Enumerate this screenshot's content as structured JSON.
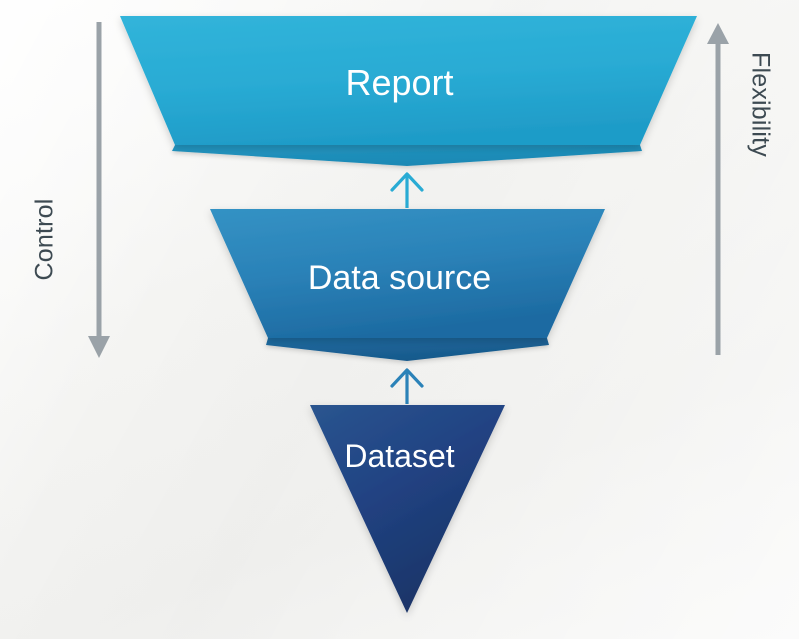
{
  "diagram": {
    "type": "funnel-hierarchy",
    "title": "",
    "background_color": "#f5f5f3",
    "stages": [
      {
        "id": "report",
        "label": "Report",
        "shape": "trapezoid-with-fold",
        "color": "#29abd4",
        "fold_color": "#1f94bd",
        "level": 1
      },
      {
        "id": "data-source",
        "label": "Data source",
        "shape": "trapezoid-with-fold",
        "color": "#2b82b8",
        "fold_color": "#1f6ba0",
        "level": 2
      },
      {
        "id": "dataset",
        "label": "Dataset",
        "shape": "inverted-triangle",
        "color": "#1f3c73",
        "fold_color": "#1f3c73",
        "level": 3
      }
    ],
    "connectors": [
      {
        "id": "arrow-dataset-to-datasource",
        "icon": "arrow-up-icon",
        "from": "dataset",
        "to": "data-source",
        "color": "#2b82b8"
      },
      {
        "id": "arrow-datasource-to-report",
        "icon": "arrow-up-icon",
        "from": "data-source",
        "to": "report",
        "color": "#29abd4"
      }
    ],
    "axes": [
      {
        "id": "control-axis",
        "label": "Control",
        "direction": "down",
        "icon": "arrow-down-icon",
        "side": "left",
        "color": "#9aa2a8",
        "text_color": "#3d4a52"
      },
      {
        "id": "flexibility-axis",
        "label": "Flexibility",
        "direction": "up",
        "icon": "arrow-up-icon",
        "side": "right",
        "color": "#9aa2a8",
        "text_color": "#3d4a52"
      }
    ]
  }
}
